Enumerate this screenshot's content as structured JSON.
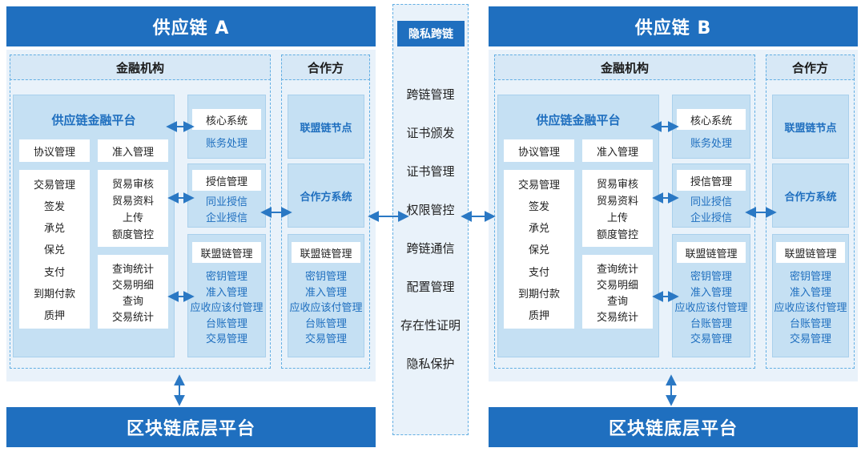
{
  "chain_a": {
    "title": "供应链 A",
    "finance_header": "金融机构",
    "partner_header": "合作方",
    "platform": {
      "title": "供应链金融平台",
      "agreement": "协议管理",
      "access": "准入管理",
      "trade_items": [
        "交易管理",
        "签发",
        "承兑",
        "保兑",
        "支付",
        "到期付款",
        "质押"
      ],
      "review_items": [
        "贸易审核",
        "贸易资料",
        "上传",
        "额度管控"
      ],
      "query_items": [
        "查询统计",
        "交易明细",
        "查询",
        "交易统计"
      ]
    },
    "core": {
      "label": "核心系统",
      "items": [
        "账务处理"
      ]
    },
    "credit": {
      "label": "授信管理",
      "items": [
        "同业授信",
        "企业授信"
      ]
    },
    "alliance": {
      "label": "联盟链管理",
      "items": [
        "密钥管理",
        "准入管理",
        "应收应该付管理",
        "台账管理",
        "交易管理"
      ]
    },
    "partner": {
      "node": "联盟链节点",
      "system": "合作方系统",
      "alliance": {
        "label": "联盟链管理",
        "items": [
          "密钥管理",
          "准入管理",
          "应收应该付管理",
          "台账管理",
          "交易管理"
        ]
      }
    },
    "base": "区块链底层平台"
  },
  "chain_b": {
    "title": "供应链 B",
    "finance_header": "金融机构",
    "partner_header": "合作方",
    "platform": {
      "title": "供应链金融平台",
      "agreement": "协议管理",
      "access": "准入管理",
      "trade_items": [
        "交易管理",
        "签发",
        "承兑",
        "保兑",
        "支付",
        "到期付款",
        "质押"
      ],
      "review_items": [
        "贸易审核",
        "贸易资料",
        "上传",
        "额度管控"
      ],
      "query_items": [
        "查询统计",
        "交易明细",
        "查询",
        "交易统计"
      ]
    },
    "core": {
      "label": "核心系统",
      "items": [
        "账务处理"
      ]
    },
    "credit": {
      "label": "授信管理",
      "items": [
        "同业授信",
        "企业授信"
      ]
    },
    "alliance": {
      "label": "联盟链管理",
      "items": [
        "密钥管理",
        "准入管理",
        "应收应该付管理",
        "台账管理",
        "交易管理"
      ]
    },
    "partner": {
      "node": "联盟链节点",
      "system": "合作方系统",
      "alliance": {
        "label": "联盟链管理",
        "items": [
          "密钥管理",
          "准入管理",
          "应收应该付管理",
          "台账管理",
          "交易管理"
        ]
      }
    },
    "base": "区块链底层平台"
  },
  "privacy": {
    "title": "隐私跨链",
    "items": [
      "跨链管理",
      "证书颁发",
      "证书管理",
      "权限管控",
      "跨链通信",
      "配置管理",
      "存在性证明",
      "隐私保护"
    ]
  },
  "colors": {
    "primary": "#1f6fbf",
    "panel": "#e9f2fa",
    "box": "#c5e0f3",
    "arrow": "#2a78c4"
  }
}
